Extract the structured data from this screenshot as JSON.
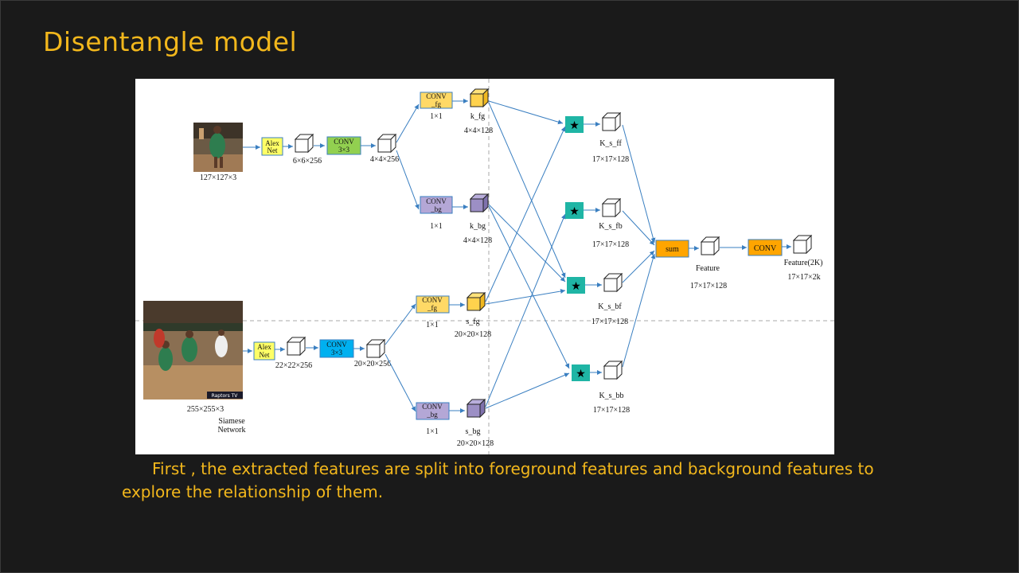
{
  "slide": {
    "title": "Disentangle model",
    "caption": "First , the extracted features are split into foreground features and background features to explore the relationship of them."
  },
  "diagram": {
    "template_image": {
      "size": "127×127×3"
    },
    "search_image": {
      "size": "255×255×3",
      "watermark": "Raptors TV"
    },
    "siamese_label_line1": "Siamese",
    "siamese_label_line2": "Network",
    "top_branch": {
      "alexnet": {
        "line1": "Alex",
        "line2": "Net"
      },
      "feat1_size": "6×6×256",
      "conv": {
        "line1": "CONV",
        "line2": "3×3"
      },
      "feat2_size": "4×4×256",
      "conv_fg": {
        "line1": "CONV",
        "line2": "_fg",
        "kernel": "1×1"
      },
      "k_fg": {
        "name": "k_fg",
        "size": "4×4×128"
      },
      "conv_bg": {
        "line1": "CONV",
        "line2": "_bg",
        "kernel": "1×1"
      },
      "k_bg": {
        "name": "k_bg",
        "size": "4×4×128"
      }
    },
    "bottom_branch": {
      "alexnet": {
        "line1": "Alex",
        "line2": "Net"
      },
      "feat1_size": "22×22×256",
      "conv": {
        "line1": "CONV",
        "line2": "3×3"
      },
      "feat2_size": "20×20×256",
      "conv_fg": {
        "line1": "CONV",
        "line2": "_fg",
        "kernel": "1×1"
      },
      "s_fg": {
        "name": "s_fg",
        "size": "20×20×128"
      },
      "conv_bg": {
        "line1": "CONV",
        "line2": "_bg",
        "kernel": "1×1"
      },
      "s_bg": {
        "name": "s_bg",
        "size": "20×20×128"
      }
    },
    "correlations": [
      {
        "name": "K_s_ff",
        "size": "17×17×128"
      },
      {
        "name": "K_s_fb",
        "size": "17×17×128"
      },
      {
        "name": "K_s_bf",
        "size": "17×17×128"
      },
      {
        "name": "K_s_bb",
        "size": "17×17×128"
      }
    ],
    "sum_label": "sum",
    "feature": {
      "name": "Feature",
      "size": "17×17×128"
    },
    "final_conv": "CONV",
    "output": {
      "name": "Feature(2K)",
      "size": "17×17×2k"
    },
    "colors": {
      "yellow_box": "#ffff66",
      "green_conv": "#92d050",
      "blue_conv": "#00b0f0",
      "fg_conv": "#ffd966",
      "bg_conv": "#b4a7d6",
      "fg_cube": "#ffd24d",
      "bg_cube": "#9c8fc5",
      "star_box": "#1fb5a5",
      "sum_box": "#ffa500",
      "arrow": "#3a7fc1"
    }
  }
}
